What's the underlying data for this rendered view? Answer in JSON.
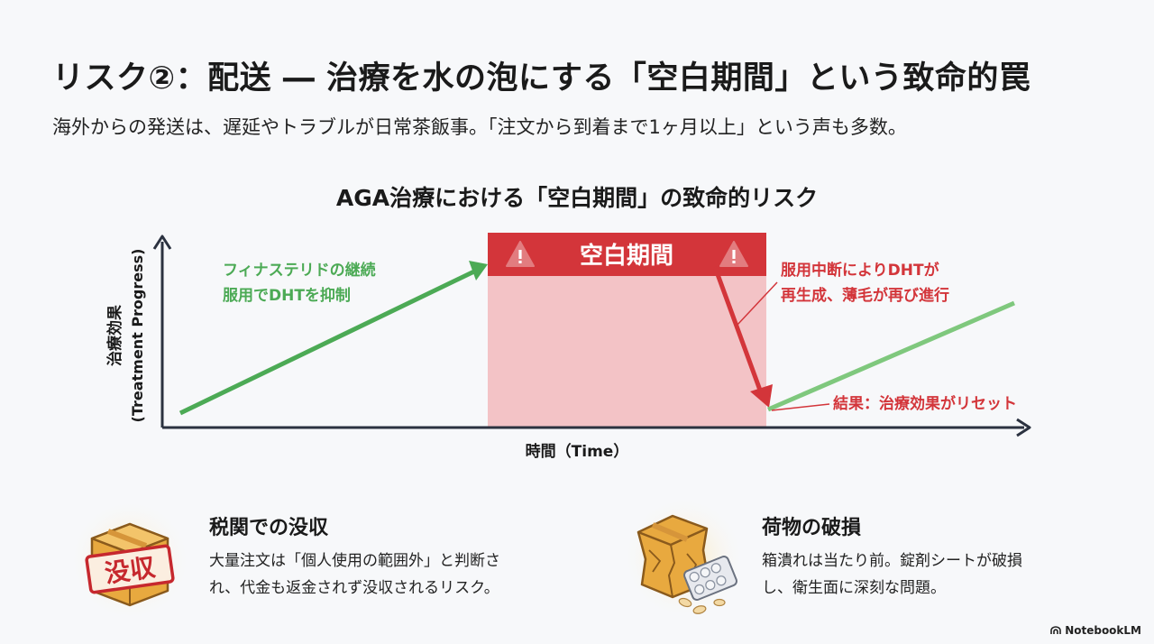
{
  "header": {
    "title": "リスク②：配送 ― 治療を水の泡にする「空白期間」という致命的罠",
    "subtitle": "海外からの発送は、遅延やトラブルが日常茶飯事。「注文から到着まで1ヶ月以上」という声も多数。"
  },
  "diagram": {
    "title": "AGA治療における「空白期間」の致命的リスク",
    "y_axis_label_1": "治療効果",
    "y_axis_label_2": "(Treatment Progress)",
    "x_axis_label": "時間（Time）",
    "gap_label": "空白期間",
    "green_note_1": "フィナステリドの継続",
    "green_note_2": "服用でDHTを抑制",
    "red_note_1": "服用中断によりDHTが",
    "red_note_2": "再生成、薄毛が再び進行",
    "result_note": "結果：治療効果がリセット",
    "warning_icon": "warning-triangle-icon",
    "colors": {
      "green": "#4caa55",
      "light_green": "#7fc87d",
      "red": "#d3353a",
      "band": "#f3c3c6",
      "axis": "#2b3240"
    }
  },
  "cards": [
    {
      "title": "税関での没収",
      "body_1": "大量注文は「個人使用の範囲外」と判断さ",
      "body_2": "れ、代金も返金されず没収されるリスク。",
      "icon": "confiscated-box-icon",
      "icon_stamp": "没収"
    },
    {
      "title": "荷物の破損",
      "body_1": "箱潰れは当たり前。錠剤シートが破損",
      "body_2": "し、衛生面に深刻な問題。",
      "icon": "damaged-box-pills-icon"
    }
  ],
  "brand": {
    "name": "NotebookLM"
  }
}
